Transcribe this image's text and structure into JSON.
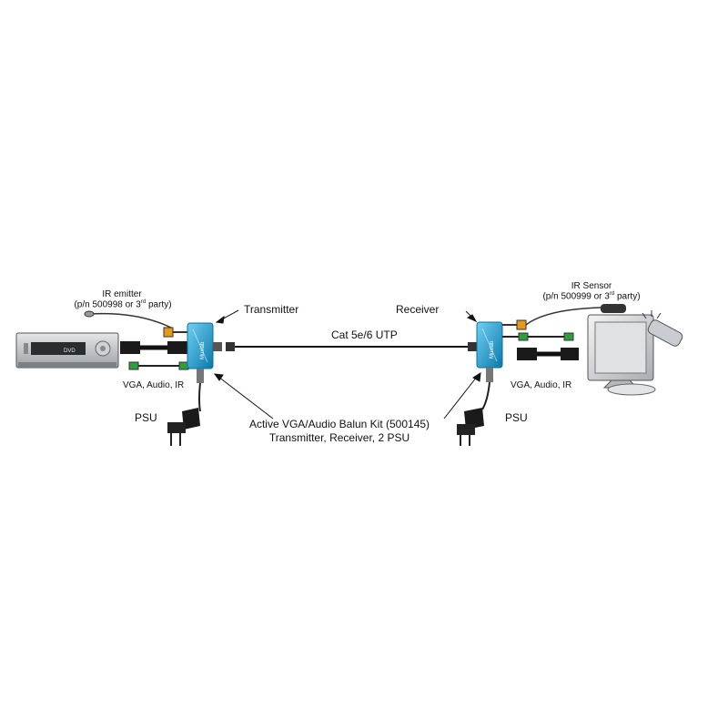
{
  "labels": {
    "ir_emitter": "IR emitter",
    "ir_emitter_pn_prefix": "(p/n 500998 or 3",
    "ir_emitter_pn_sup": "rd",
    "ir_emitter_pn_suffix": " party)",
    "transmitter": "Transmitter",
    "receiver": "Receiver",
    "cable": "Cat 5e/6 UTP",
    "ir_sensor": "IR Sensor",
    "ir_sensor_pn_prefix": "(p/n 500999 or 3",
    "ir_sensor_pn_sup": "rd",
    "ir_sensor_pn_suffix": " party)",
    "tx_ports": "VGA, Audio, IR",
    "rx_ports": "VGA, Audio, IR",
    "tx_psu": "PSU",
    "rx_psu": "PSU",
    "kit_line1": "Active VGA/Audio Balun Kit (500145)",
    "kit_line2": "Transmitter, Receiver, 2 PSU",
    "dvd_display": "DVD",
    "brand": "Muxlab"
  },
  "colors": {
    "balun_blue": "#1aa3dc",
    "balun_dark": "#0b6f9c",
    "vga_black": "#1a1a1a",
    "audio_green": "#2e9e3f",
    "ir_orange": "#e39a1c",
    "device_grey": "#bfc3c6"
  }
}
